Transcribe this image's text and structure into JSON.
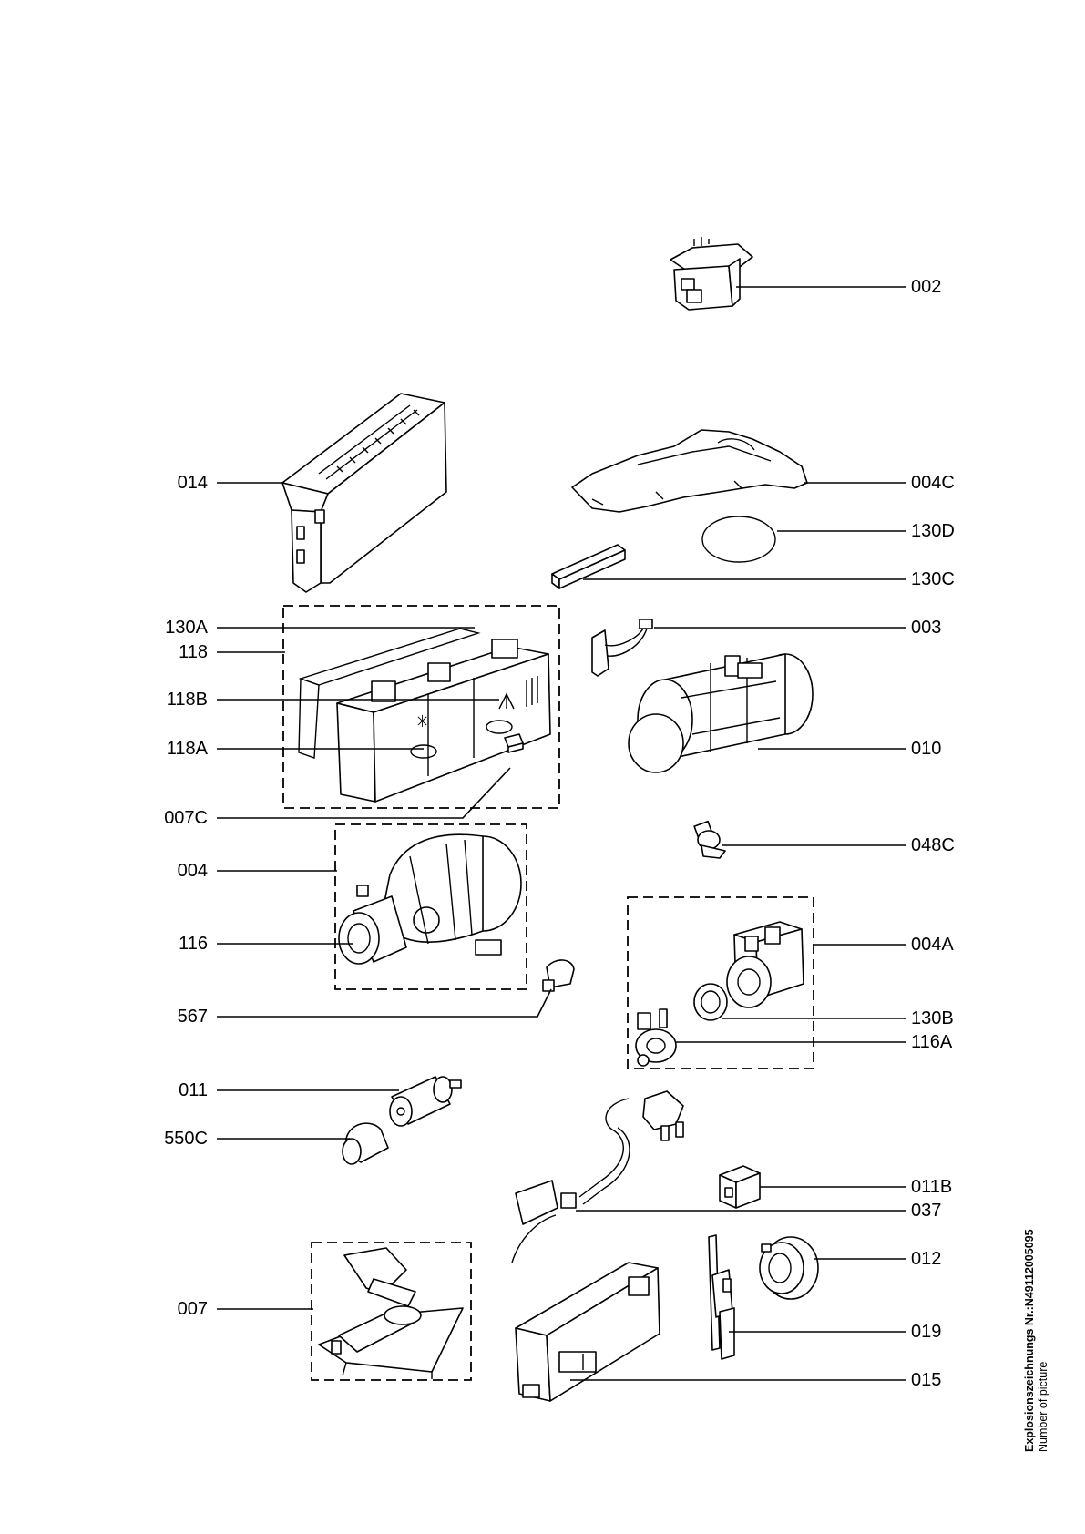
{
  "caption": {
    "title": "Explosionszeichnungs  Nr.:N49112005095",
    "subtitle": "Number of picture"
  },
  "labels": {
    "l_002": "002",
    "l_014": "014",
    "l_004C": "004C",
    "l_130D": "130D",
    "l_130C": "130C",
    "l_130A": "130A",
    "l_118": "118",
    "l_003": "003",
    "l_118B": "118B",
    "l_118A": "118A",
    "l_010": "010",
    "l_007C": "007C",
    "l_048C": "048C",
    "l_004": "004",
    "l_116": "116",
    "l_004A": "004A",
    "l_567": "567",
    "l_130B": "130B",
    "l_116A": "116A",
    "l_011": "011",
    "l_550C": "550C",
    "l_011B": "011B",
    "l_037": "037",
    "l_012": "012",
    "l_007": "007",
    "l_019": "019",
    "l_015": "015"
  }
}
